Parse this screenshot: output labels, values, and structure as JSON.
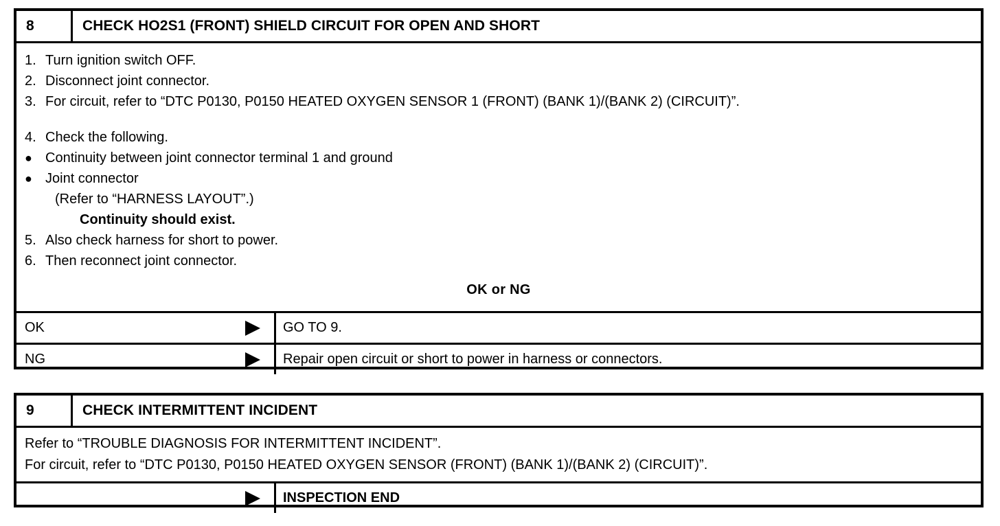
{
  "document": {
    "type": "diagnostic-procedure",
    "steps": [
      {
        "number": "8",
        "title": "CHECK HO2S1 (FRONT) SHIELD CIRCUIT FOR OPEN AND SHORT",
        "instructions": [
          {
            "kind": "numbered",
            "index": "1.",
            "text": "Turn ignition switch OFF."
          },
          {
            "kind": "numbered",
            "index": "2.",
            "text": "Disconnect joint connector."
          },
          {
            "kind": "numbered",
            "index": "3.",
            "text": "For circuit, refer to “DTC P0130, P0150 HEATED OXYGEN SENSOR 1 (FRONT) (BANK 1)/(BANK 2) (CIRCUIT)”."
          },
          {
            "kind": "spacer",
            "text": ""
          },
          {
            "kind": "numbered",
            "index": "4.",
            "text": "Check the following."
          },
          {
            "kind": "bullet",
            "bullet": "●",
            "text": "Continuity between joint connector terminal 1 and ground"
          },
          {
            "kind": "bullet",
            "bullet": "●",
            "text": "Joint connector"
          },
          {
            "kind": "indent1",
            "text": "(Refer to “HARNESS LAYOUT”.)"
          },
          {
            "kind": "indent2",
            "text": "Continuity should exist."
          },
          {
            "kind": "numbered",
            "index": "5.",
            "text": "Also check harness for short to power."
          },
          {
            "kind": "numbered",
            "index": "6.",
            "text": "Then reconnect joint connector."
          }
        ],
        "verdict": "OK or NG",
        "results": [
          {
            "condition": "OK",
            "arrow": "triangle-right-icon",
            "action": "GO TO 9.",
            "bold": false
          },
          {
            "condition": "NG",
            "arrow": "triangle-right-icon",
            "action": "Repair open circuit or short to power in harness or connectors.",
            "bold": false
          }
        ]
      },
      {
        "number": "9",
        "title": "CHECK INTERMITTENT INCIDENT",
        "instructions": [
          {
            "kind": "plain",
            "text": "Refer to “TROUBLE DIAGNOSIS FOR INTERMITTENT INCIDENT”."
          },
          {
            "kind": "plain",
            "text": "For circuit, refer to “DTC P0130, P0150 HEATED OXYGEN SENSOR (FRONT) (BANK 1)/(BANK 2) (CIRCUIT)”."
          }
        ],
        "verdict": "",
        "results": [
          {
            "condition": "",
            "arrow": "triangle-right-icon",
            "action": "INSPECTION END",
            "bold": true
          }
        ]
      }
    ]
  },
  "colors": {
    "ink": "#000000",
    "paper": "#ffffff"
  }
}
